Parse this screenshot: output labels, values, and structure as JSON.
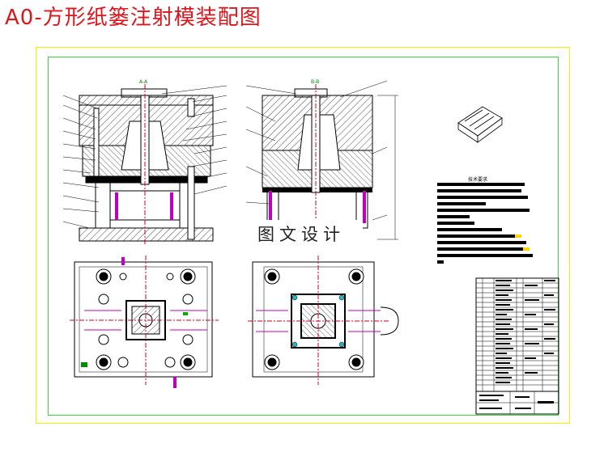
{
  "page": {
    "title": "A0-方形纸篓注射模装配图",
    "title_color": "#e0141b"
  },
  "drawing": {
    "section_labels": [
      "A-A",
      "B-B"
    ],
    "watermark": "图文设计",
    "tech_requirements_heading": "技术要求",
    "colors": {
      "outer_border": "#f4f000",
      "inner_border": "#3ad63a",
      "section_hatch": "#000000",
      "centerline": "#d0001c",
      "dimension": "#008800",
      "annotation_magenta": "#c000c0",
      "highlight_yellow": "#ffd400"
    }
  }
}
